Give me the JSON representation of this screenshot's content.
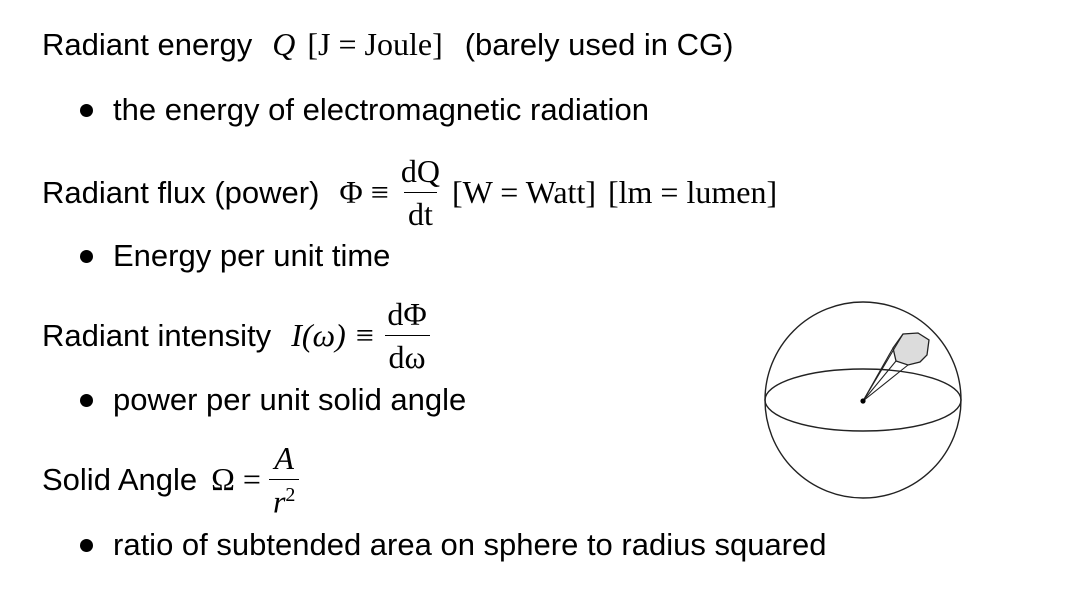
{
  "items": [
    {
      "label": "Radiant energy",
      "symbol": "Q",
      "unit": "[J = Joule]",
      "note": "(barely used in CG)",
      "bullet": "the energy of electromagnetic radiation"
    },
    {
      "label": "Radiant flux (power)",
      "lhs": "Φ ≡",
      "num": "dQ",
      "den": "dt",
      "unit1": "[W = Watt]",
      "unit2": "[lm = lumen]",
      "bullet": "Energy per unit time"
    },
    {
      "label": "Radiant intensity",
      "lhs": "I(ω) ≡",
      "num": "dΦ",
      "den": "dω",
      "bullet": "power per unit solid angle"
    },
    {
      "label": "Solid Angle",
      "lhs": "Ω =",
      "num": "A",
      "den_base": "r",
      "den_exp": "2",
      "bullet": "ratio of subtended area on sphere to radius squared"
    }
  ],
  "figure": {
    "icon": "sphere-solid-angle-icon",
    "patch_color": "#dcdcdc",
    "stroke_color": "#222222"
  }
}
